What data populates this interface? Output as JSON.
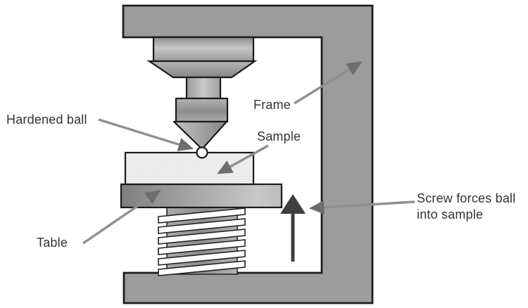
{
  "diagram": {
    "labels": {
      "hardened_ball": "Hardened ball",
      "frame": "Frame",
      "sample": "Sample",
      "table": "Table",
      "screw_line1": "Screw forces ball",
      "screw_line2": "into sample"
    },
    "colors": {
      "background": "#ffffff",
      "frame_fill": "#9c9c9c",
      "outline": "#1f1f1f",
      "text": "#333333",
      "callout_line": "#8f8f8f",
      "callout_head": "#6e6e6e",
      "force_arrow": "#3f3f3f",
      "thread_fill": "#ffffff",
      "ball_fill": "#ffffff",
      "sample_base": "#ececec",
      "table_dark": "#828282",
      "table_light": "#c8c8c8"
    }
  }
}
